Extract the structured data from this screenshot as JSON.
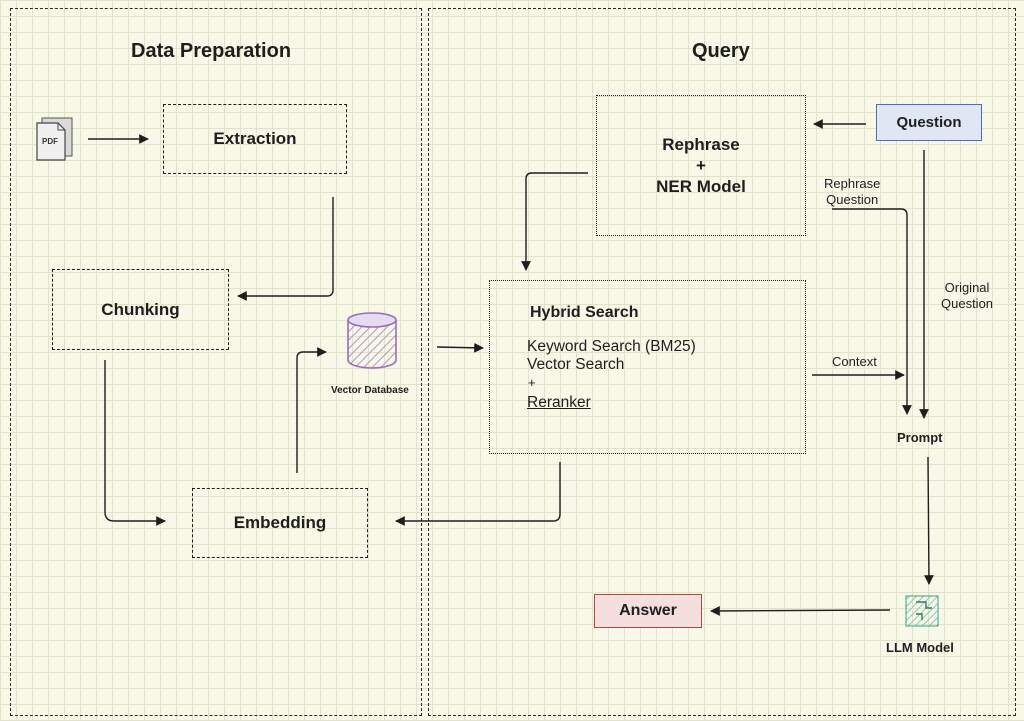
{
  "sections": {
    "left_title": "Data Preparation",
    "right_title": "Query"
  },
  "nodes": {
    "pdf_icon_text": "PDF",
    "extraction": "Extraction",
    "chunking": "Chunking",
    "embedding": "Embedding",
    "vector_database": "Vector Database",
    "rephrase_line1": "Rephrase",
    "rephrase_line2": "+",
    "rephrase_line3": "NER Model",
    "question": "Question",
    "hybrid_search_title": "Hybrid Search",
    "hybrid_search_line1": "Keyword Search (BM25)",
    "hybrid_search_line2": "Vector Search",
    "hybrid_search_line3": "+",
    "hybrid_search_line4": "Reranker",
    "prompt": "Prompt",
    "llm_model": "LLM Model",
    "answer": "Answer"
  },
  "edge_labels": {
    "rephrase_question_1": "Rephrase",
    "rephrase_question_2": "Question",
    "original_question_1": "Original",
    "original_question_2": "Question",
    "context": "Context"
  },
  "colors": {
    "question_border": "#4a6fb5",
    "question_fill": "#dfe7f5",
    "answer_border": "#b04545",
    "answer_fill": "#f4dede",
    "database_color": "#9c6fb8",
    "llm_icon_color": "#3f9f8a"
  }
}
